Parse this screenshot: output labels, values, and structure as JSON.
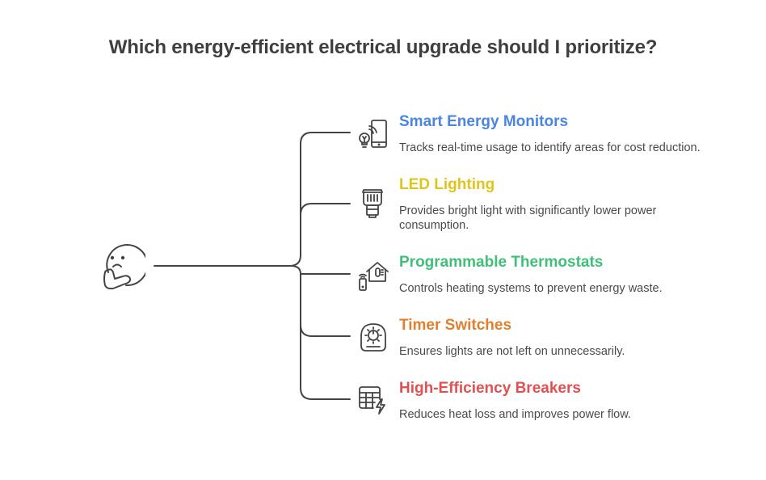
{
  "title": "Which energy-efficient electrical upgrade should I prioritize?",
  "root": {
    "icon": "thinking-face-icon"
  },
  "colors": {
    "line": "#444444",
    "icon_stroke": "#444444",
    "text": "#4a4a4a"
  },
  "items": [
    {
      "heading": "Smart Energy Monitors",
      "description": "Tracks real-time usage to identify areas for cost reduction.",
      "color": "#4a86e0",
      "icon": "smart-monitor-icon"
    },
    {
      "heading": "LED Lighting",
      "description": "Provides bright light with significantly lower power consumption.",
      "color": "#e0c419",
      "icon": "led-bulb-icon"
    },
    {
      "heading": "Programmable Thermostats",
      "description": "Controls heating systems to prevent energy waste.",
      "color": "#3fbf7a",
      "icon": "smart-home-thermostat-icon"
    },
    {
      "heading": "Timer Switches",
      "description": "Ensures lights are not left on unnecessarily.",
      "color": "#e07f2e",
      "icon": "timer-switch-icon"
    },
    {
      "heading": "High-Efficiency Breakers",
      "description": "Reduces heat loss and improves power flow.",
      "color": "#e05252",
      "icon": "breaker-panel-icon"
    }
  ]
}
